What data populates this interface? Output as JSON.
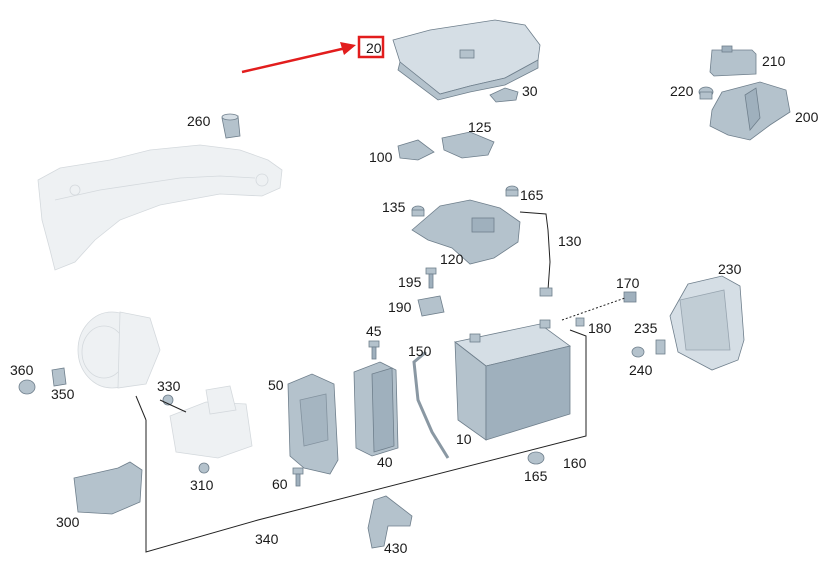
{
  "diagram": {
    "highlight_color": "#e21d1d",
    "part_color": "#b4c2cc",
    "highlighted_label": "20",
    "labels": {
      "l20": "20",
      "l30": "30",
      "l210": "210",
      "l220": "220",
      "l200": "200",
      "l260": "260",
      "l100": "100",
      "l125": "125",
      "l135": "135",
      "l165a": "165",
      "l130": "130",
      "l120": "120",
      "l195": "195",
      "l190": "190",
      "l170": "170",
      "l230": "230",
      "l180": "180",
      "l235": "235",
      "l240": "240",
      "l45": "45",
      "l150": "150",
      "l360": "360",
      "l350": "350",
      "l330": "330",
      "l50": "50",
      "l10": "10",
      "l40": "40",
      "l160": "160",
      "l165b": "165",
      "l310": "310",
      "l60": "60",
      "l300": "300",
      "l340": "340",
      "l430": "430"
    }
  }
}
